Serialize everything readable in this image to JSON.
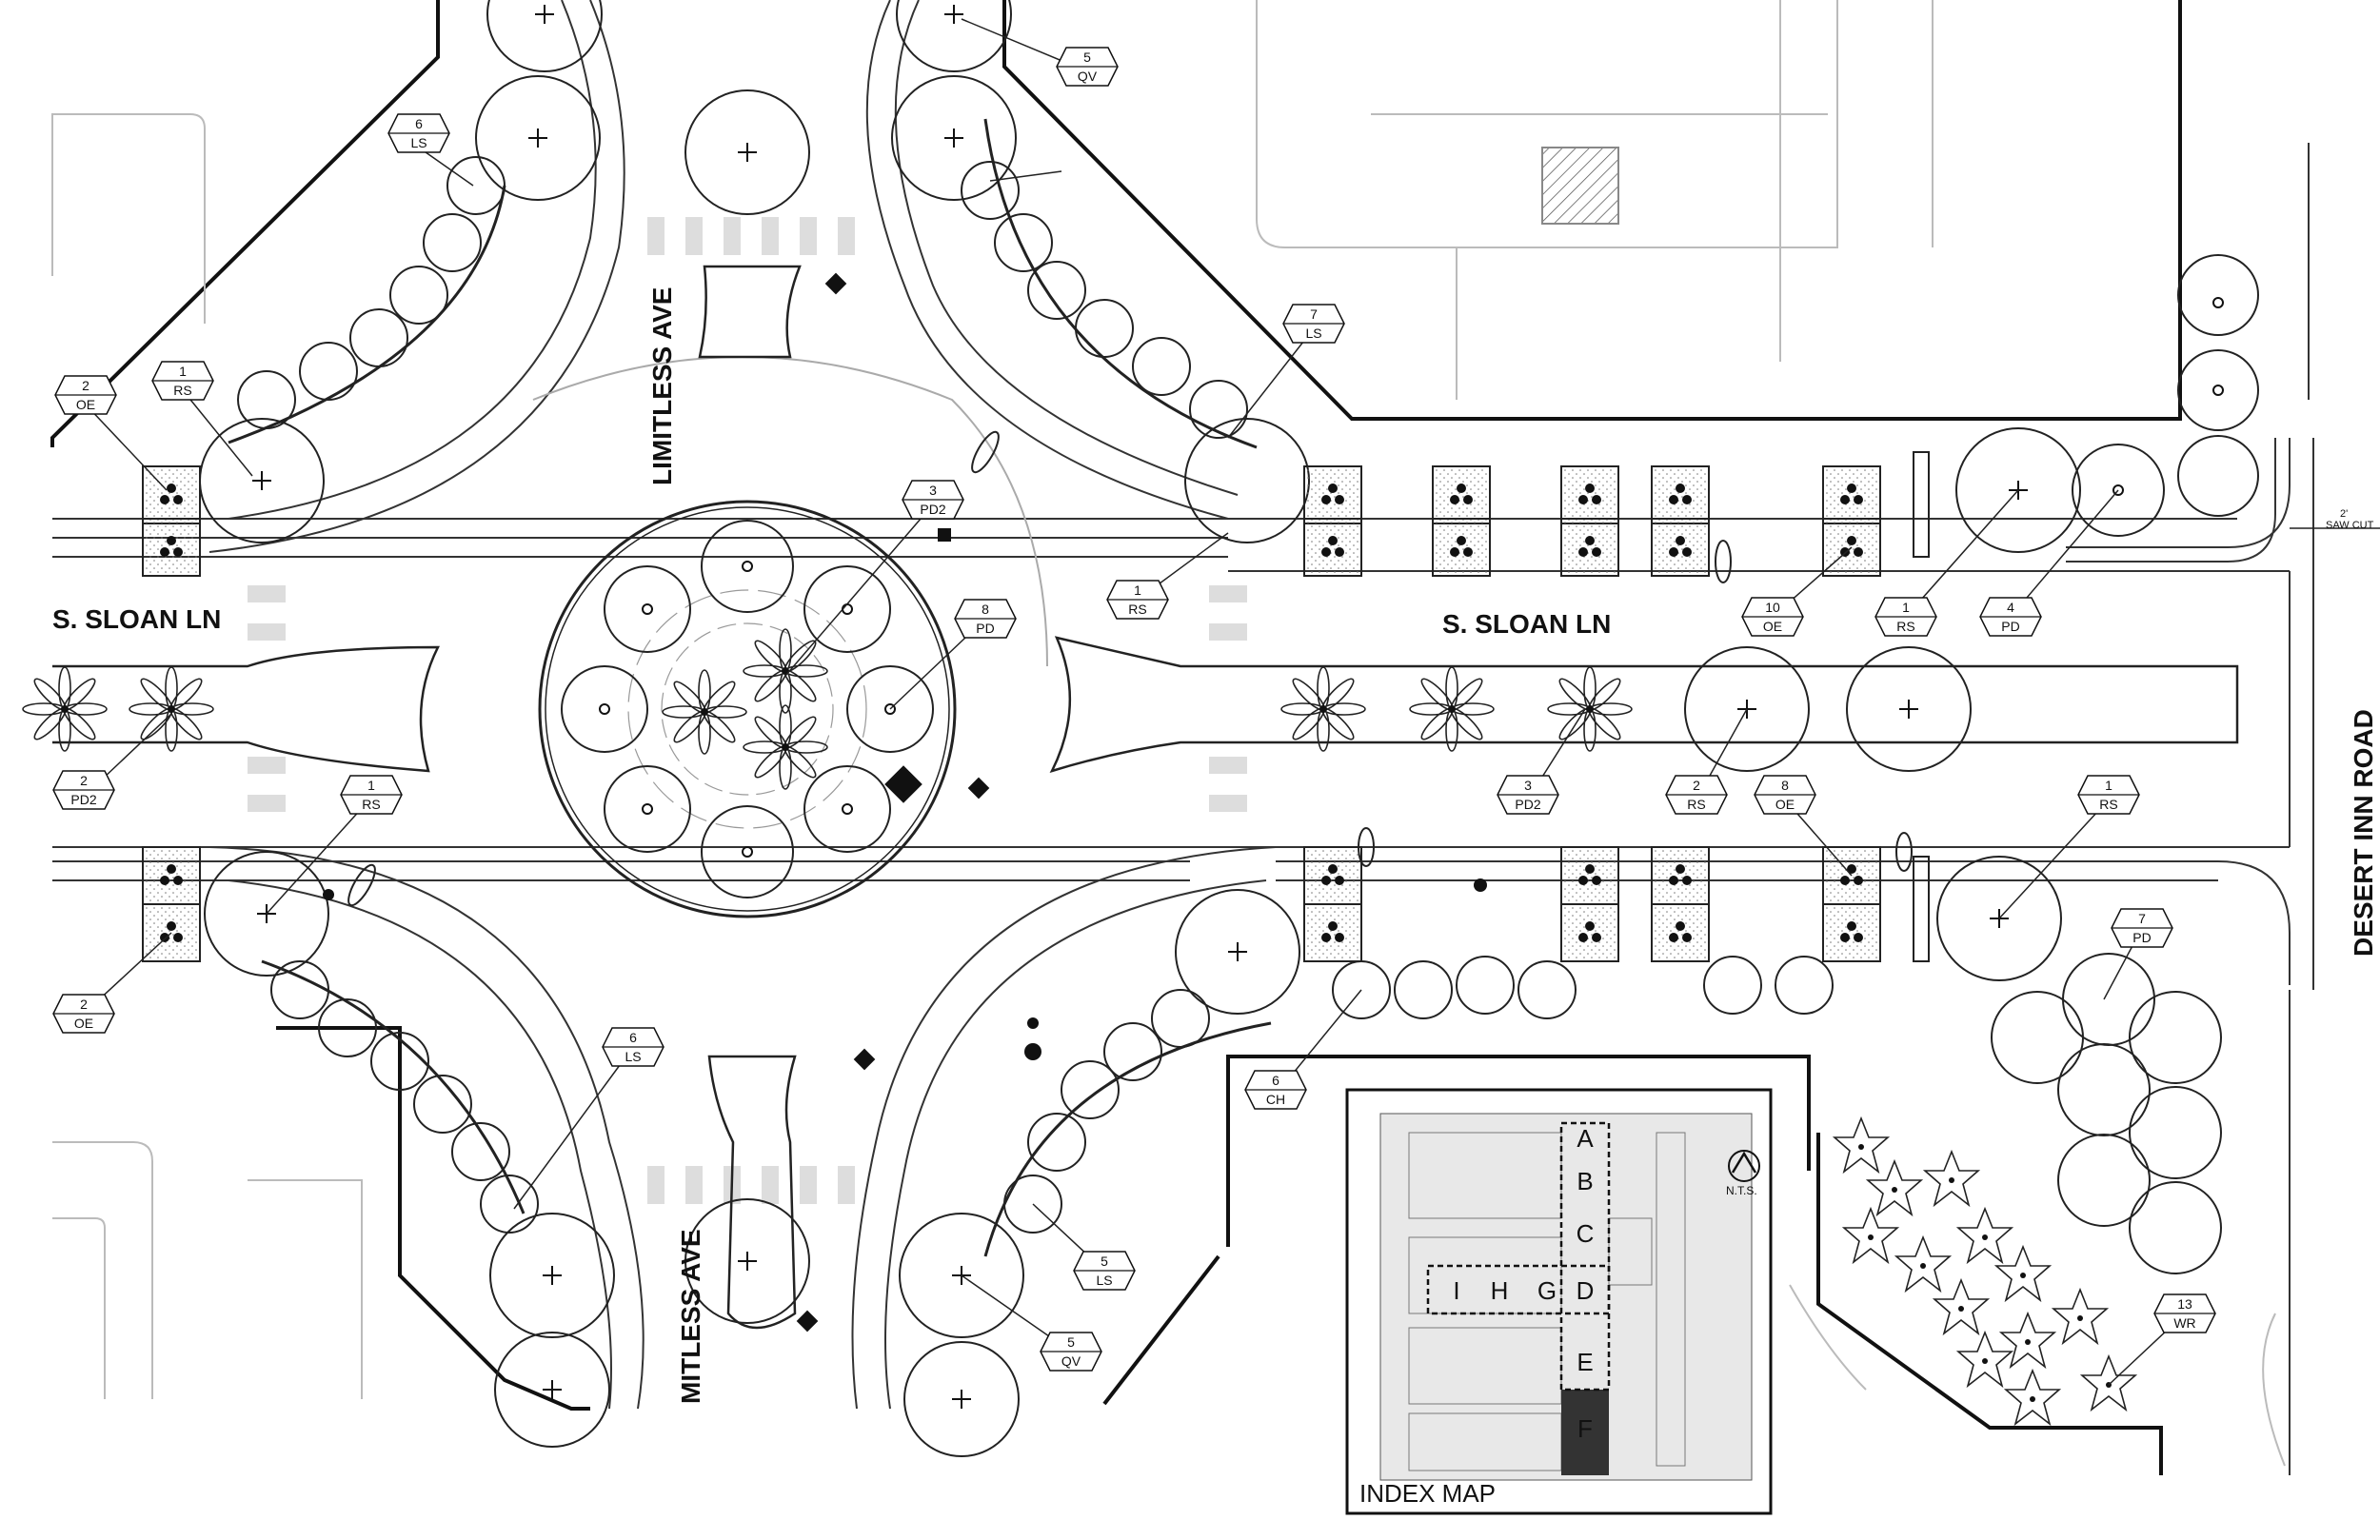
{
  "streets": {
    "sloan_west": "S. SLOAN LN",
    "sloan_east": "S. SLOAN LN",
    "limitless_north": "LIMITLESS AVE",
    "limitless_south": "MITLESS AVE",
    "desert_inn": "DESERT INN ROAD"
  },
  "notes": {
    "saw_cut_dim": "2'",
    "saw_cut": "SAW CUT"
  },
  "plant_tags": [
    {
      "qty": "5",
      "code": "QV"
    },
    {
      "qty": "6",
      "code": "LS"
    },
    {
      "qty": "7",
      "code": "LS"
    },
    {
      "qty": "1",
      "code": "RS"
    },
    {
      "qty": "2",
      "code": "OE"
    },
    {
      "qty": "3",
      "code": "PD2"
    },
    {
      "qty": "8",
      "code": "PD"
    },
    {
      "qty": "1",
      "code": "RS"
    },
    {
      "qty": "10",
      "code": "OE"
    },
    {
      "qty": "1",
      "code": "RS"
    },
    {
      "qty": "4",
      "code": "PD"
    },
    {
      "qty": "2",
      "code": "PD2"
    },
    {
      "qty": "1",
      "code": "RS"
    },
    {
      "qty": "3",
      "code": "PD2"
    },
    {
      "qty": "2",
      "code": "RS"
    },
    {
      "qty": "8",
      "code": "OE"
    },
    {
      "qty": "1",
      "code": "RS"
    },
    {
      "qty": "2",
      "code": "OE"
    },
    {
      "qty": "6",
      "code": "LS"
    },
    {
      "qty": "6",
      "code": "CH"
    },
    {
      "qty": "7",
      "code": "PD"
    },
    {
      "qty": "5",
      "code": "LS"
    },
    {
      "qty": "5",
      "code": "QV"
    },
    {
      "qty": "13",
      "code": "WR"
    }
  ],
  "index_map": {
    "title": "INDEX MAP",
    "scale": "N.T.S.",
    "sections": [
      "A",
      "B",
      "C",
      "D",
      "E",
      "F",
      "G",
      "H",
      "I"
    ]
  }
}
